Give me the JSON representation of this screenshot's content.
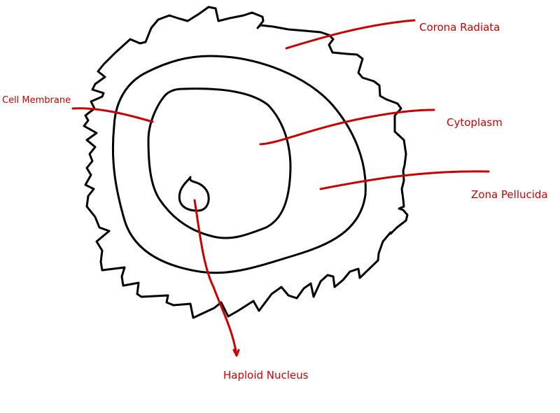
{
  "accent_color": "#cc0000",
  "outline_color": "#000000",
  "labels": {
    "corona_radiata": "Corona Radiata",
    "cell_membrane": "Cell Membrane",
    "cytoplasm": "Cytoplasm",
    "zona_pellucida": "Zona Pellucida",
    "haploid_nucleus": "Haploid Nucleus"
  }
}
